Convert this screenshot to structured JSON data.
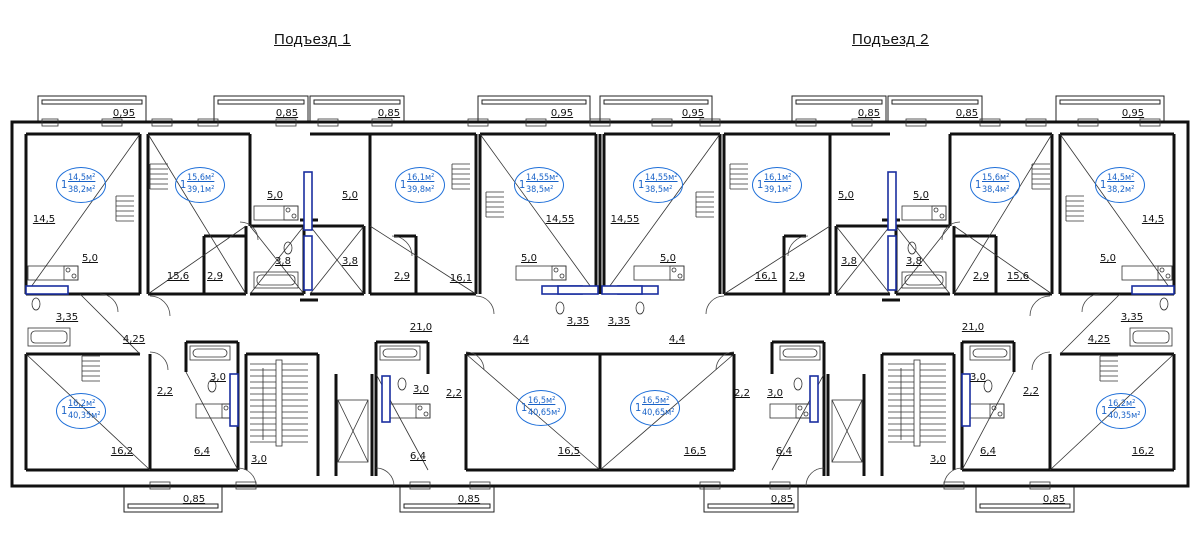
{
  "entrances": [
    {
      "id": "e1",
      "title": "Подъезд 1"
    },
    {
      "id": "e2",
      "title": "Подъезд 2"
    }
  ],
  "apartments": [
    {
      "id": "a1",
      "rooms": "1",
      "living": "14,5м²",
      "total": "38,2м²"
    },
    {
      "id": "a2",
      "rooms": "1",
      "living": "15,6м²",
      "total": "39,1м²"
    },
    {
      "id": "a3",
      "rooms": "1",
      "living": "16,1м²",
      "total": "39,8м²"
    },
    {
      "id": "a4",
      "rooms": "1",
      "living": "14,55м²",
      "total": "38,5м²"
    },
    {
      "id": "a5",
      "rooms": "1",
      "living": "14,55м²",
      "total": "38,5м²"
    },
    {
      "id": "a6",
      "rooms": "1",
      "living": "16,1м²",
      "total": "39,1м²"
    },
    {
      "id": "a7",
      "rooms": "1",
      "living": "15,6м²",
      "total": "38,4м²"
    },
    {
      "id": "a8",
      "rooms": "1",
      "living": "14,5м²",
      "total": "38,2м²"
    },
    {
      "id": "a9",
      "rooms": "1",
      "living": "16,2м²",
      "total": "40,35м²"
    },
    {
      "id": "a10",
      "rooms": "1",
      "living": "16,5м²",
      "total": "40,65м²"
    },
    {
      "id": "a11",
      "rooms": "1",
      "living": "16,5м²",
      "total": "40,65м²"
    },
    {
      "id": "a12",
      "rooms": "1",
      "living": "16,2м²",
      "total": "40,35м²"
    }
  ],
  "balconies_top": [
    "0,95",
    "0,85",
    "0,85",
    "0,95",
    "0,95",
    "0,85",
    "0,85",
    "0,95"
  ],
  "balconies_bottom": [
    "0,85",
    "0,85",
    "0,85",
    "0,85"
  ],
  "dimensions": {
    "room_145": "14,5",
    "room_156": "15,6",
    "room_161": "16,1",
    "room_1455": "14,55",
    "room_162": "16,2",
    "room_165": "16,5",
    "kitchen": "5,0",
    "hall_29": "2,9",
    "bath_38": "3,8",
    "bath_335": "3,35",
    "hall_425": "4,25",
    "hall_44": "4,4",
    "stair_21": "21,0",
    "hall_22": "2,2",
    "bath_30": "3,0",
    "kitchen_64": "6,4"
  }
}
